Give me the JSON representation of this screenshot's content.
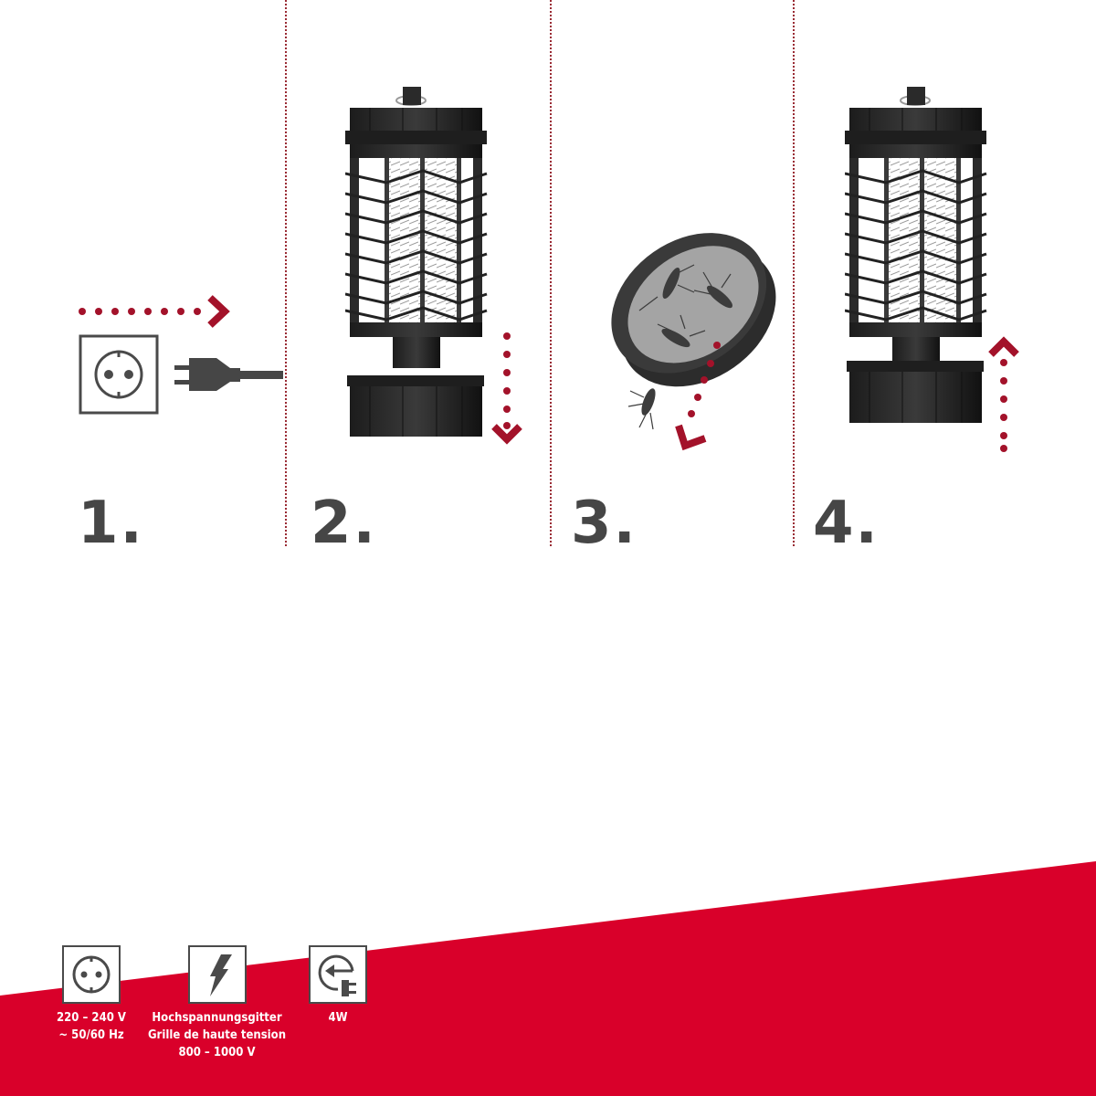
{
  "steps": [
    {
      "number": "1.",
      "description": "plug-unplugged"
    },
    {
      "number": "2.",
      "description": "remove-bottom-tray"
    },
    {
      "number": "3.",
      "description": "empty-tray-insects"
    },
    {
      "number": "4.",
      "description": "reattach-tray"
    }
  ],
  "colors": {
    "accent_red": "#d9002a",
    "arrow_red": "#a3122a",
    "dark_gray": "#464646",
    "device_black": "#2a2a2a",
    "divider": "#9a2b34"
  },
  "specs": [
    {
      "icon": "socket-icon",
      "lines": [
        "220 – 240 V",
        "~ 50/60 Hz"
      ]
    },
    {
      "icon": "lightning-icon",
      "lines": [
        "Hochspannungsgitter",
        "Grille de haute tension",
        "800 – 1000 V"
      ]
    },
    {
      "icon": "power-consumption-icon",
      "lines": [
        "4W"
      ]
    }
  ]
}
